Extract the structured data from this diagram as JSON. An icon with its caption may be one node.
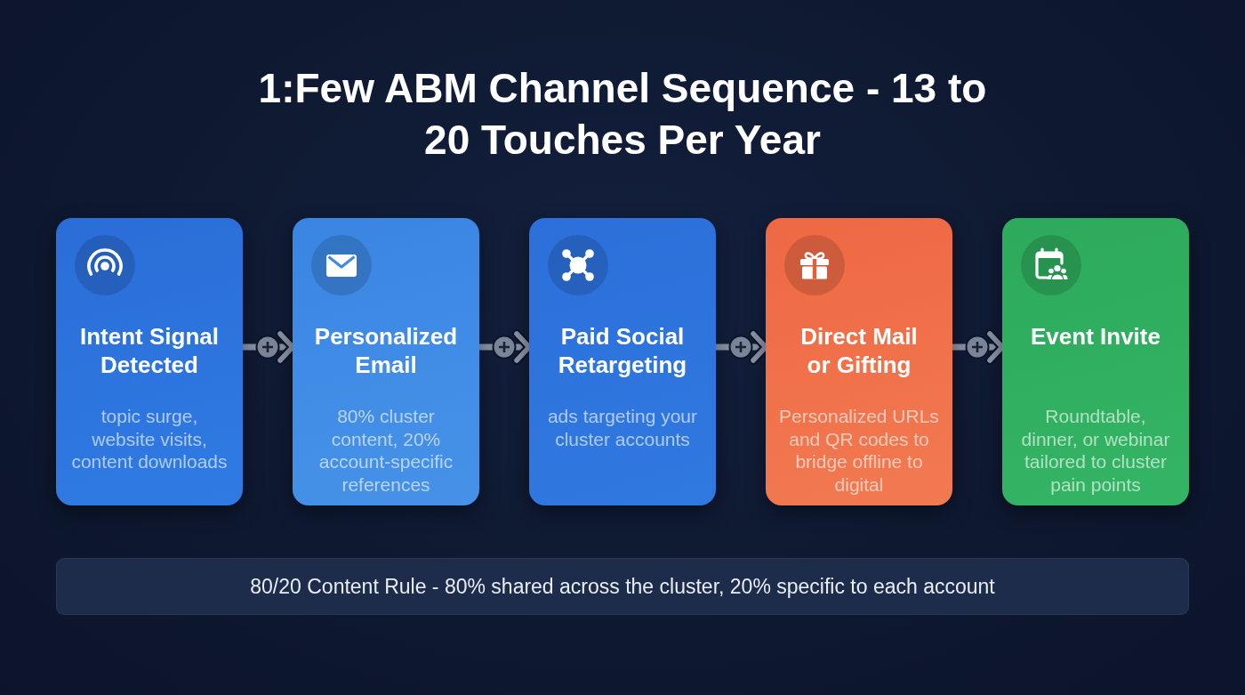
{
  "diagram": {
    "title": "1:Few ABM Channel Sequence - 13 to 20 Touches Per Year",
    "nodes": [
      {
        "text": [
          "Intent Signal Detected",
          "topic surge, website visits, content downloads"
        ]
      },
      {
        "text": [
          "Personalized Email",
          "80% cluster content, 20% account-specific references"
        ]
      },
      {
        "text": [
          "Paid Social Retargeting",
          "ads targeting your cluster accounts"
        ]
      },
      {
        "text": [
          "Direct Mail or Gifting",
          "Personalized URLs and QR codes to bridge offline to digital"
        ]
      },
      {
        "text": [
          "Event Invite",
          "Roundtable, dinner, or webinar tailored to cluster pain points"
        ]
      },
      {
        "text": [
          "80/20 Content Rule - 80% shared across the cluster, 20% specific to each account"
        ]
      }
    ],
    "edges": [
      {
        "from": 0,
        "to": 1,
        "arrow": "to"
      },
      {
        "from": 1,
        "to": 2,
        "arrow": "to"
      },
      {
        "from": 2,
        "to": 3,
        "arrow": "to"
      },
      {
        "from": 3,
        "to": 4,
        "arrow": "to"
      }
    ]
  }
}
